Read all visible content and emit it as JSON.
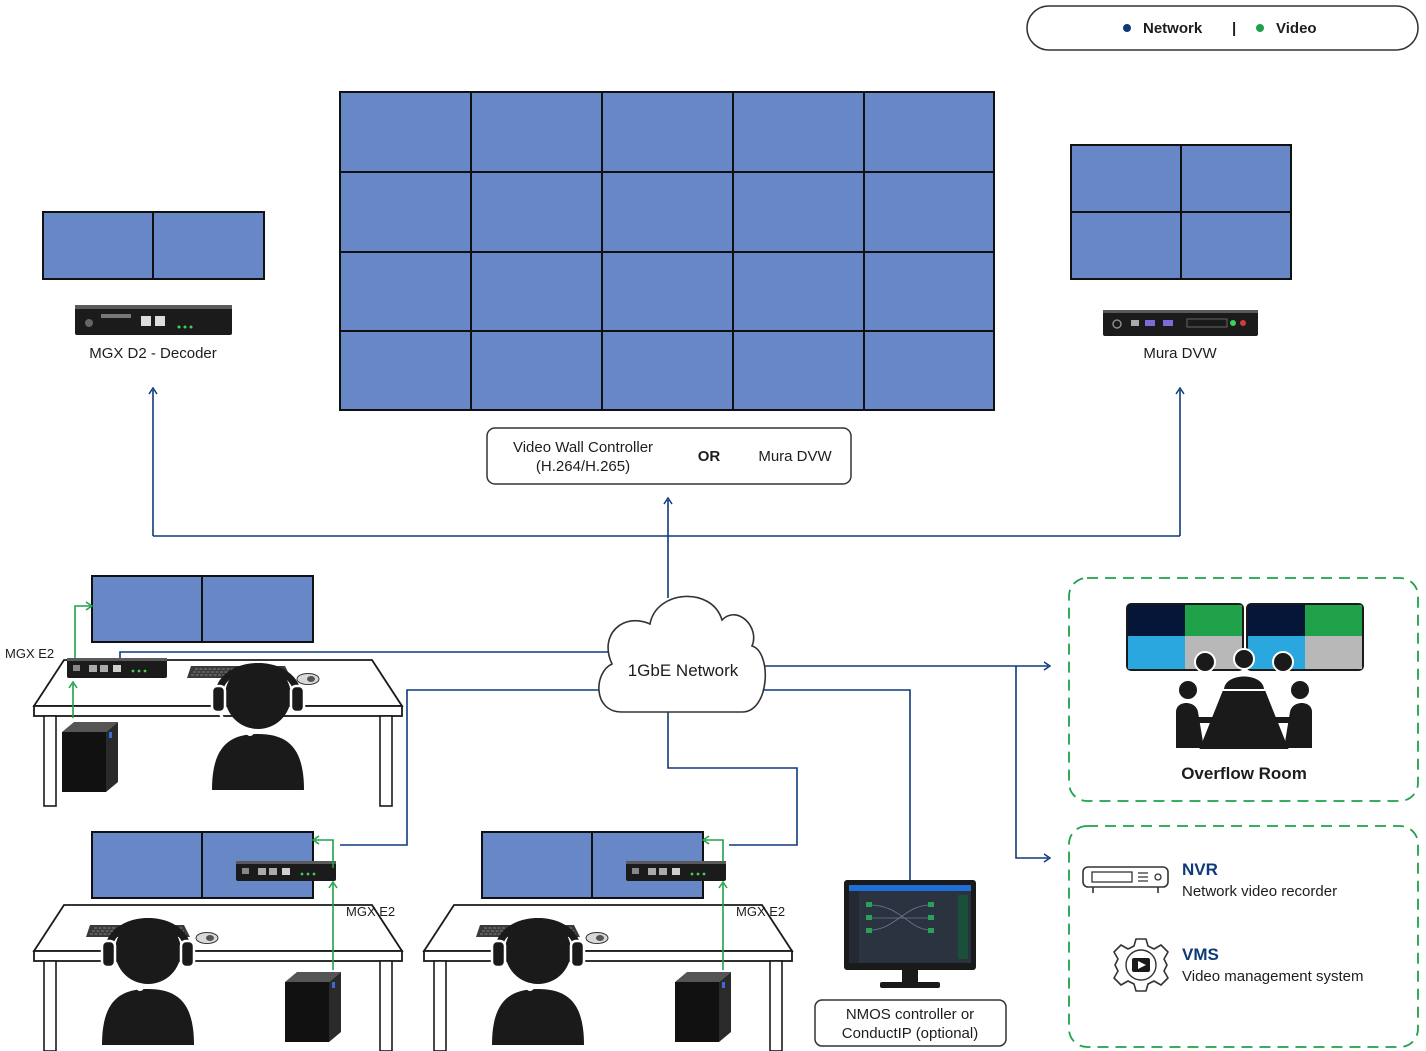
{
  "legend": {
    "network": "Network",
    "separator": "|",
    "video": "Video"
  },
  "colors": {
    "network": "#0f3a7a",
    "video": "#1fa24a",
    "screen": "#6887c6",
    "dark": "#1a1a1a"
  },
  "nodes": {
    "decoder": "MGX D2 - Decoder",
    "mura_right": "Mura DVW",
    "controller_left": "Video Wall Controller",
    "controller_left_sub": "(H.264/H.265)",
    "controller_or": "OR",
    "controller_right": "Mura DVW",
    "network": "1GbE Network",
    "encoder_top": "MGX E2",
    "encoder_bottom_left": "MGX E2",
    "encoder_bottom_right": "MGX E2",
    "nmos_line1": "NMOS controller or",
    "nmos_line2": "ConductIP (optional)",
    "overflow": "Overflow Room",
    "nvr_title": "NVR",
    "nvr_sub": "Network video recorder",
    "vms_title": "VMS",
    "vms_sub": "Video management system"
  },
  "icons": [
    "headset-operator-icon",
    "pc-tower-icon",
    "keyboard-icon",
    "mouse-icon",
    "nvr-icon",
    "vms-gear-play-icon",
    "meeting-room-icon"
  ]
}
